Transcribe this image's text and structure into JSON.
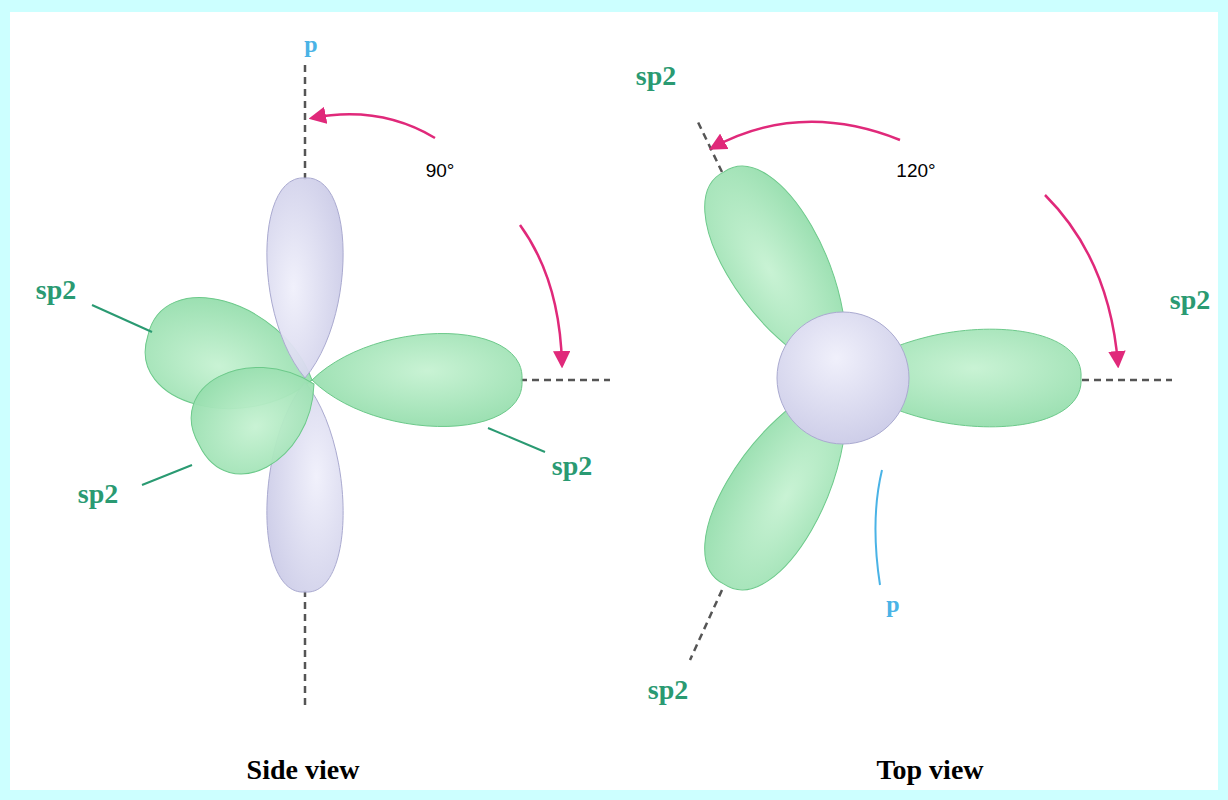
{
  "diagram": {
    "labels": [
      "p",
      "90°",
      "sp2",
      "sp2",
      "sp2",
      "Side view",
      "sp2",
      "120°",
      "sp2",
      "sp2",
      "p",
      "Top view"
    ]
  }
}
